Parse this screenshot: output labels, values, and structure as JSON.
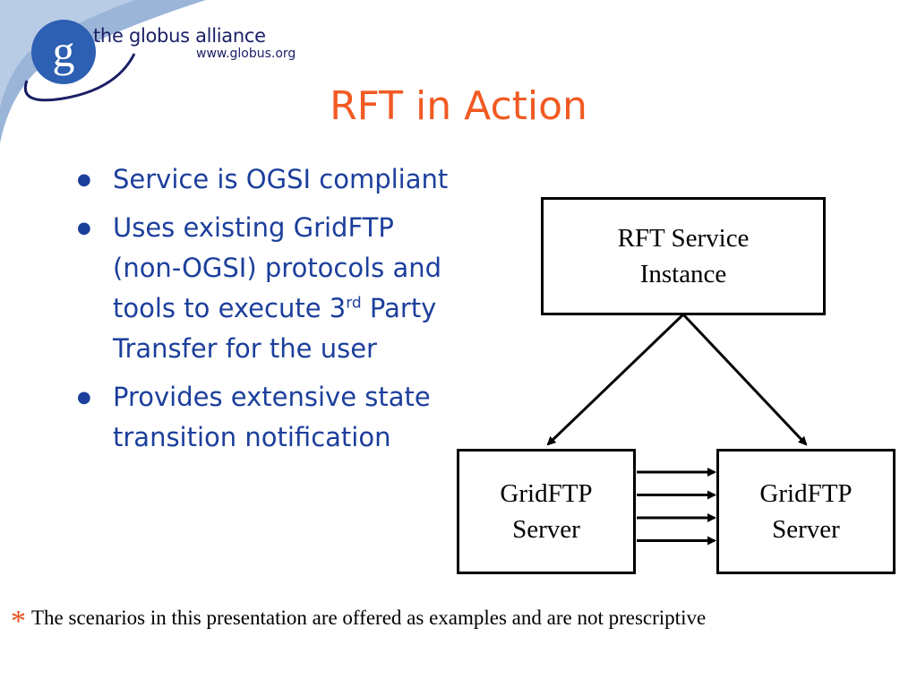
{
  "header": {
    "logo_letter": "g",
    "brand_name": "the globus alliance",
    "brand_url": "www.globus.org"
  },
  "slide": {
    "title": "RFT in Action",
    "bullets": [
      {
        "text": "Service is OGSI compliant"
      },
      {
        "text": "Uses existing GridFTP (non-OGSI) protocols and  tools to execute 3",
        "sup": "rd",
        "after": " Party Transfer for the user"
      },
      {
        "text": "Provides extensive state transition notification"
      }
    ]
  },
  "diagram": {
    "service_box": {
      "line1": "RFT Service",
      "line2": "Instance"
    },
    "server_left": {
      "line1": "GridFTP",
      "line2": "Server"
    },
    "server_right": {
      "line1": "GridFTP",
      "line2": "Server"
    },
    "transfer_arrow_count": 4
  },
  "footnote": {
    "marker": "*",
    "text": "The scenarios in this presentation are offered as examples and are not prescriptive"
  },
  "colors": {
    "title": "#f15a22",
    "bullet_text": "#1c3f9c",
    "brand": "#1a1f66",
    "logo_circle": "#2d5fb3",
    "corner_band": "#9bb5d9",
    "footnote_marker": "#e8531c"
  }
}
